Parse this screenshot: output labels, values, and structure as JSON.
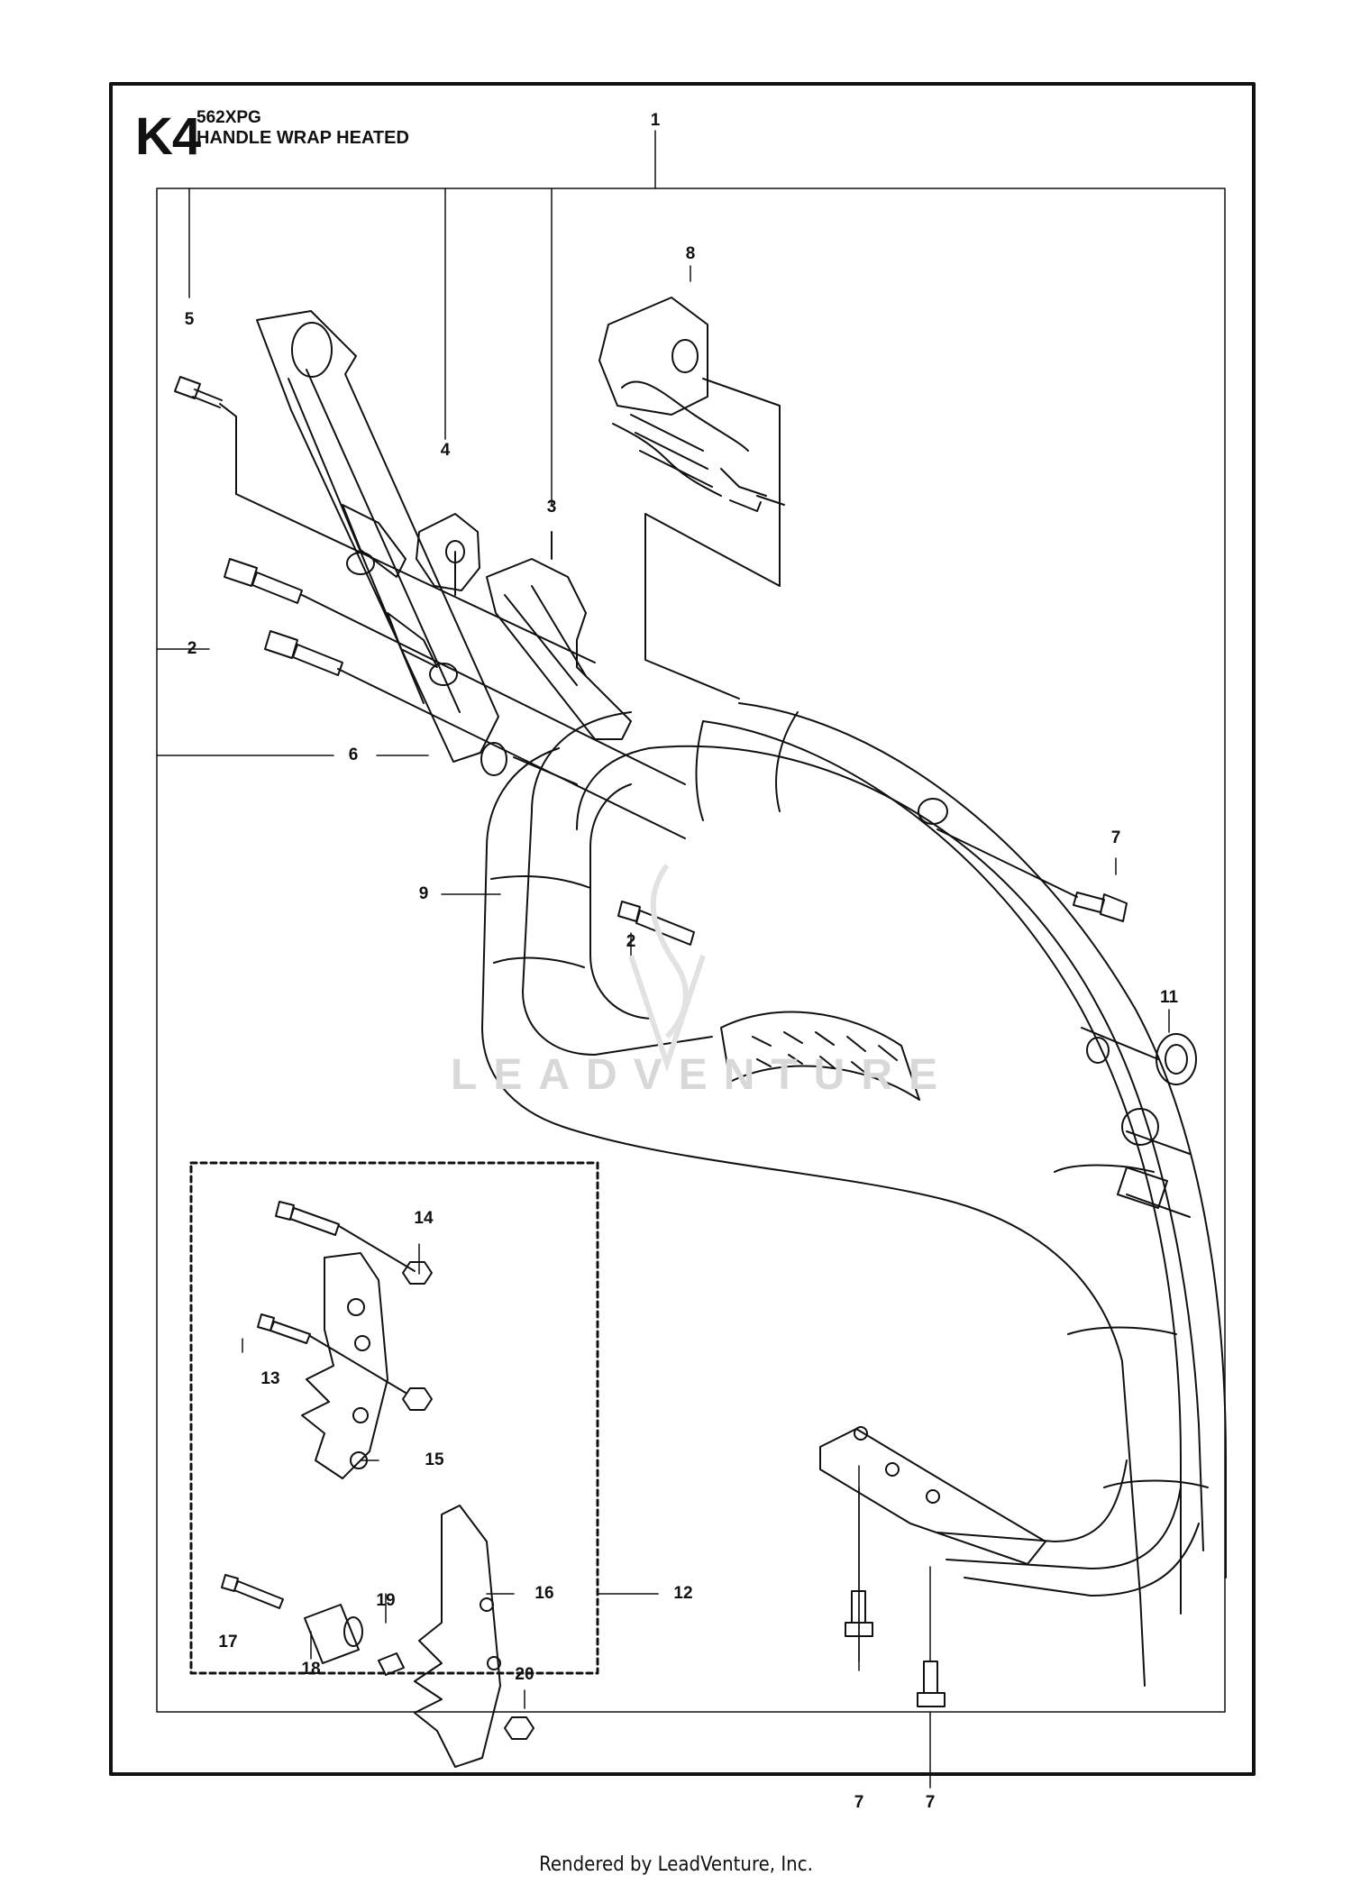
{
  "header": {
    "code": "K4",
    "model": "562XPG",
    "title": "HANDLE WRAP HEATED"
  },
  "callouts": {
    "c1": "1",
    "c2a": "2",
    "c2b": "2",
    "c3": "3",
    "c4": "4",
    "c5": "5",
    "c6": "6",
    "c7a": "7",
    "c7b": "7",
    "c7c": "7",
    "c8": "8",
    "c9": "9",
    "c11": "11",
    "c12": "12",
    "c13": "13",
    "c14": "14",
    "c15": "15",
    "c16": "16",
    "c17": "17",
    "c18": "18",
    "c19": "19",
    "c20": "20"
  },
  "watermark": "LEADVENTURE",
  "footer": "Rendered by LeadVenture, Inc."
}
